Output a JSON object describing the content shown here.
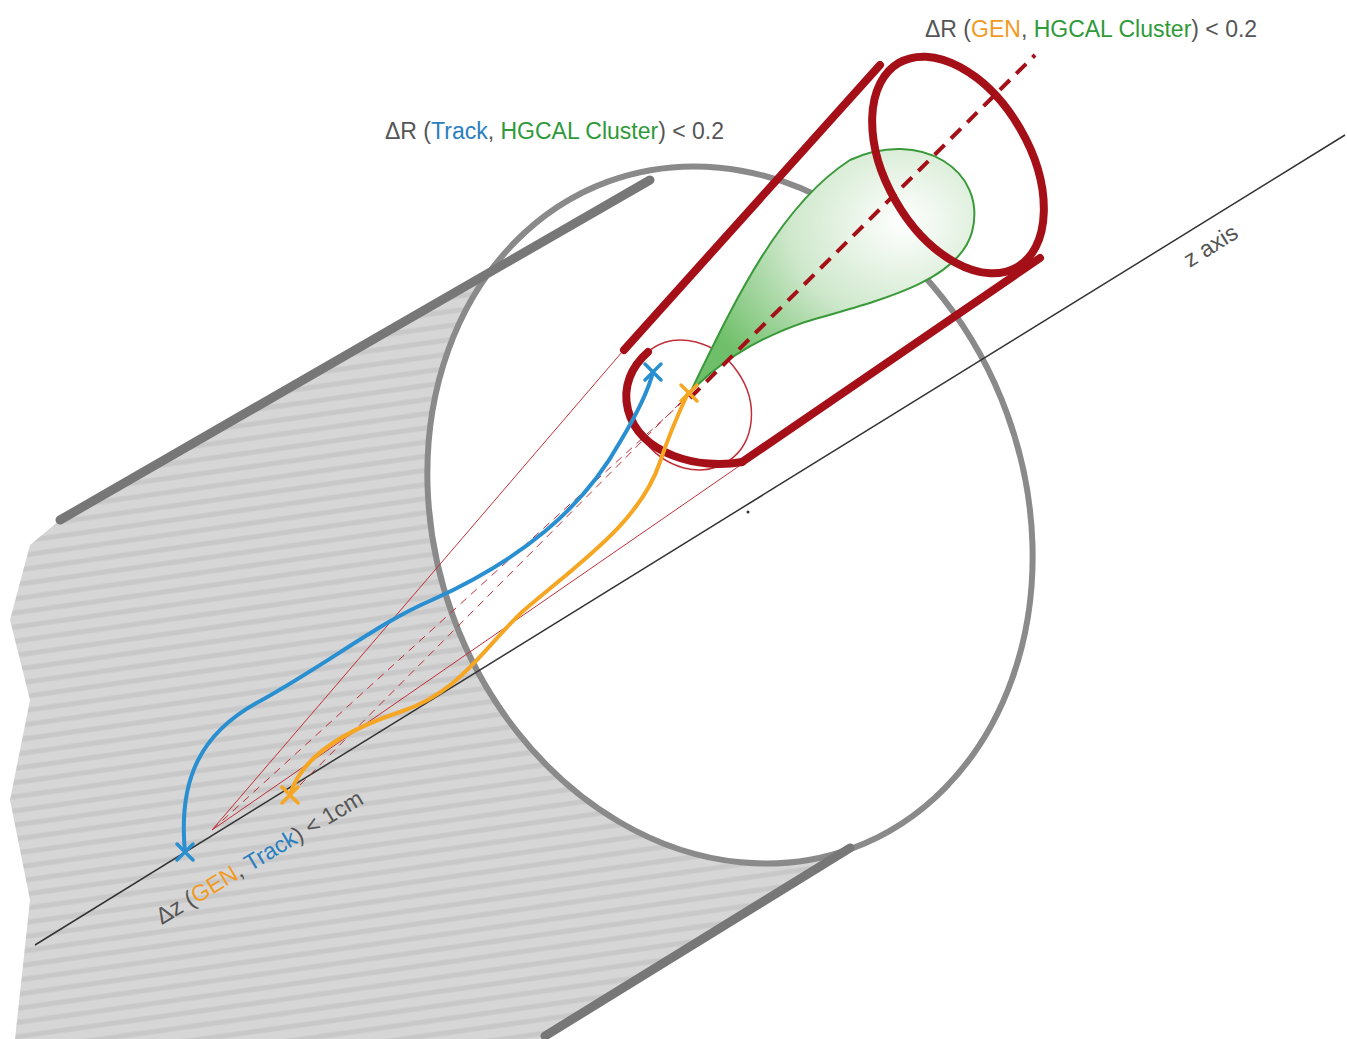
{
  "diagram": {
    "labels": [
      "ΔR (GEN, HGCAL Cluster) < 0.2",
      "ΔR (Track, HGCAL Cluster) < 0.2",
      "Δz (GEN, Track) < 1cm",
      "z axis"
    ]
  }
}
